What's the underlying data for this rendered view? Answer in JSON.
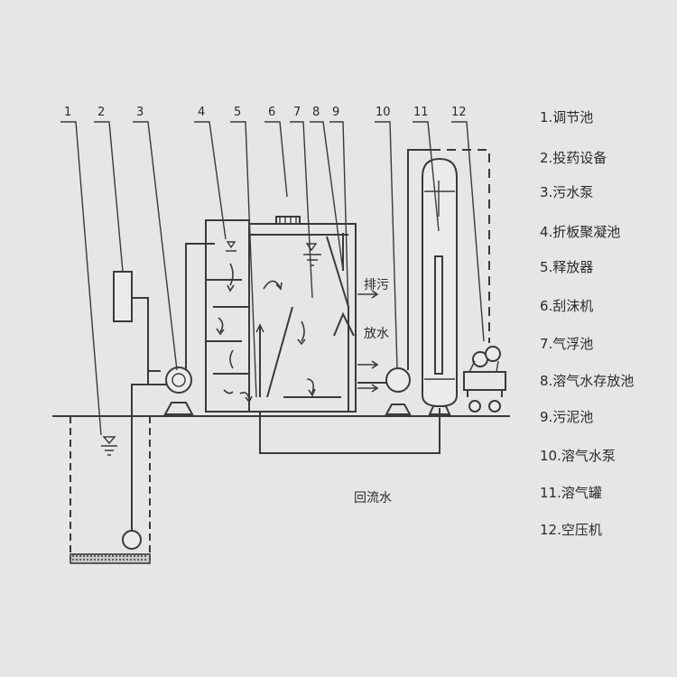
{
  "diagram": {
    "callouts": [
      "1",
      "2",
      "3",
      "4",
      "5",
      "6",
      "7",
      "8",
      "9",
      "10",
      "11",
      "12"
    ],
    "legend": [
      "1.调节池",
      "2.投药设备",
      "3.污水泵",
      "4.折板聚凝池",
      "5.释放器",
      "6.刮沫机",
      "7.气浮池",
      "8.溶气水存放池",
      "9.污泥池",
      "10.溶气水泵",
      "11.溶气罐",
      "12.空压机"
    ],
    "labels": {
      "discharge_top": "排污",
      "discharge_bottom": "放水",
      "return_water": "回流水"
    }
  }
}
